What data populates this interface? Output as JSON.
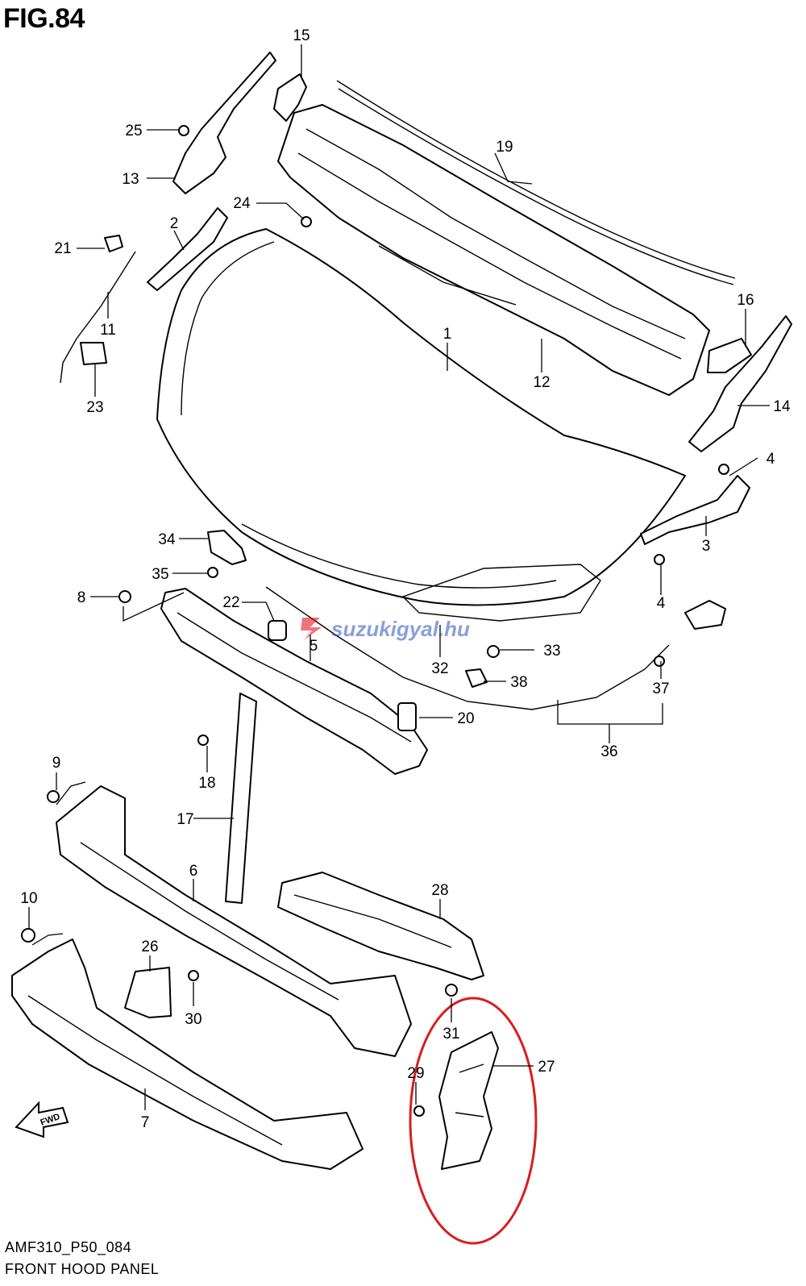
{
  "figure": {
    "title": "FIG.84",
    "code": "AMF310_P50_084",
    "name": "FRONT HOOD PANEL"
  },
  "watermark": {
    "text": "suzukigyal.hu",
    "brand_color": "#E30613",
    "text_color": "#2A52B8"
  },
  "fwd_label": "FWD",
  "highlight_color": "#D81E1E",
  "callouts": [
    {
      "id": "c1",
      "label": "1"
    },
    {
      "id": "c2",
      "label": "2"
    },
    {
      "id": "c3",
      "label": "3"
    },
    {
      "id": "c4a",
      "label": "4"
    },
    {
      "id": "c4b",
      "label": "4"
    },
    {
      "id": "c5",
      "label": "5"
    },
    {
      "id": "c6",
      "label": "6"
    },
    {
      "id": "c7",
      "label": "7"
    },
    {
      "id": "c8",
      "label": "8"
    },
    {
      "id": "c9",
      "label": "9"
    },
    {
      "id": "c10",
      "label": "10"
    },
    {
      "id": "c11",
      "label": "11"
    },
    {
      "id": "c12",
      "label": "12"
    },
    {
      "id": "c13",
      "label": "13"
    },
    {
      "id": "c14",
      "label": "14"
    },
    {
      "id": "c15",
      "label": "15"
    },
    {
      "id": "c16",
      "label": "16"
    },
    {
      "id": "c17",
      "label": "17"
    },
    {
      "id": "c18",
      "label": "18"
    },
    {
      "id": "c19",
      "label": "19"
    },
    {
      "id": "c20",
      "label": "20"
    },
    {
      "id": "c21",
      "label": "21"
    },
    {
      "id": "c22",
      "label": "22"
    },
    {
      "id": "c23",
      "label": "23"
    },
    {
      "id": "c24",
      "label": "24"
    },
    {
      "id": "c25",
      "label": "25"
    },
    {
      "id": "c26",
      "label": "26"
    },
    {
      "id": "c27",
      "label": "27"
    },
    {
      "id": "c28",
      "label": "28"
    },
    {
      "id": "c29",
      "label": "29"
    },
    {
      "id": "c30",
      "label": "30"
    },
    {
      "id": "c31",
      "label": "31"
    },
    {
      "id": "c32",
      "label": "32"
    },
    {
      "id": "c33",
      "label": "33"
    },
    {
      "id": "c34",
      "label": "34"
    },
    {
      "id": "c35",
      "label": "35"
    },
    {
      "id": "c36",
      "label": "36"
    },
    {
      "id": "c37",
      "label": "37"
    },
    {
      "id": "c38",
      "label": "38"
    }
  ]
}
